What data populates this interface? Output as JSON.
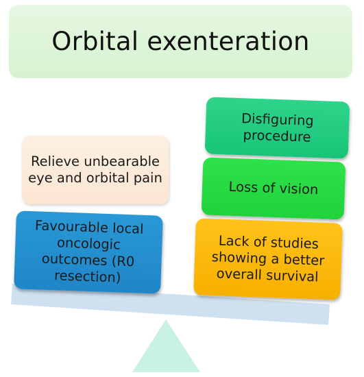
{
  "title": "Orbital exenteration",
  "left_side": {
    "relieve": "Relieve unbearable\neye and orbital pain",
    "favourable": "Favourable local\noncologic\noutcomes (R0\nresection)"
  },
  "right_side": {
    "disfiguring": "Disfiguring\nprocedure",
    "vision": "Loss of vision",
    "lack": "Lack of studies\nshowing a better\noverall survival"
  },
  "colors": {
    "title_bg": "#d7f2d0",
    "relieve_bg": "#fbe6d2",
    "favourable_bg": "#1f86c8",
    "disfiguring_bg": "#18c477",
    "vision_bg": "#1fd33c",
    "lack_bg": "#f7b000",
    "beam": "#cfe0f1",
    "fulcrum": "#c9f2e2"
  }
}
